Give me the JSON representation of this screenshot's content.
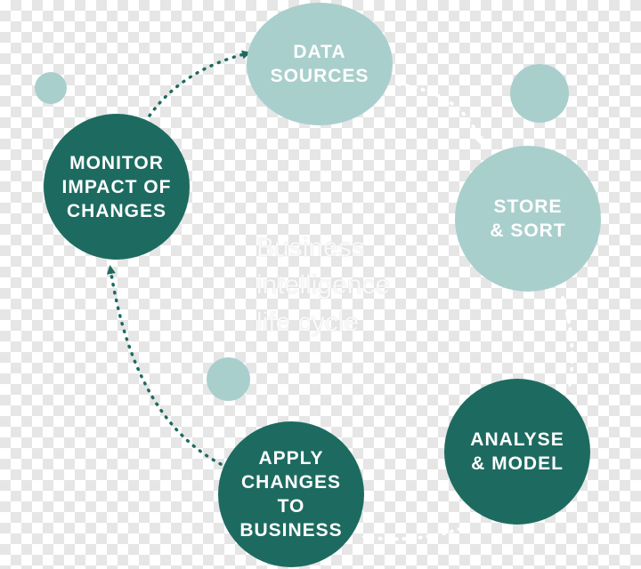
{
  "colors": {
    "dark_teal": "#1d6b60",
    "light_teal": "#a9cfcd",
    "arrow_dark": "#1d6b60",
    "arrow_light": "#ffffff"
  },
  "diagram": {
    "center_label": "Business\nintelligence\nlife cycle",
    "nodes": [
      {
        "id": "data-sources",
        "label": "DATA\nSOURCES",
        "tone": "light"
      },
      {
        "id": "store-sort",
        "label": "STORE\n& SORT",
        "tone": "light"
      },
      {
        "id": "analyse-model",
        "label": "ANALYSE\n& MODEL",
        "tone": "dark"
      },
      {
        "id": "apply-changes",
        "label": "APPLY\nCHANGES\nTO\nBUSINESS",
        "tone": "dark"
      },
      {
        "id": "monitor-impact",
        "label": "MONITOR\nIMPACT OF\nCHANGES",
        "tone": "dark"
      }
    ],
    "edges": [
      {
        "from": "monitor-impact",
        "to": "data-sources",
        "style": "dotted-dark"
      },
      {
        "from": "data-sources",
        "to": "store-sort",
        "style": "dotted-light"
      },
      {
        "from": "store-sort",
        "to": "analyse-model",
        "style": "dotted-light"
      },
      {
        "from": "analyse-model",
        "to": "apply-changes",
        "style": "dotted-light"
      },
      {
        "from": "apply-changes",
        "to": "monitor-impact",
        "style": "dotted-dark"
      }
    ]
  }
}
